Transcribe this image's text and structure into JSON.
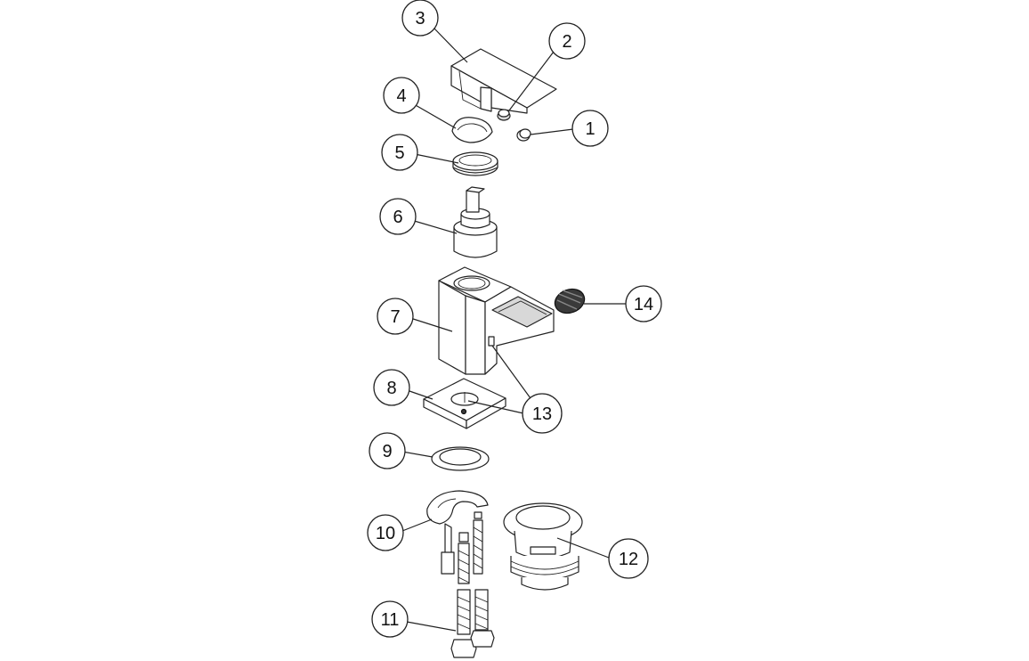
{
  "callouts": [
    {
      "id": "c1",
      "label": "1"
    },
    {
      "id": "c2",
      "label": "2"
    },
    {
      "id": "c3",
      "label": "3"
    },
    {
      "id": "c4",
      "label": "4"
    },
    {
      "id": "c5",
      "label": "5"
    },
    {
      "id": "c6",
      "label": "6"
    },
    {
      "id": "c7",
      "label": "7"
    },
    {
      "id": "c8",
      "label": "8"
    },
    {
      "id": "c9",
      "label": "9"
    },
    {
      "id": "c10",
      "label": "10"
    },
    {
      "id": "c11",
      "label": "11"
    },
    {
      "id": "c12",
      "label": "12"
    },
    {
      "id": "c13",
      "label": "13"
    },
    {
      "id": "c14",
      "label": "14"
    }
  ],
  "colors": {
    "line": "#222222",
    "background": "#ffffff",
    "shade": "#d8d8d8",
    "aerator": "#3a3a3a"
  }
}
